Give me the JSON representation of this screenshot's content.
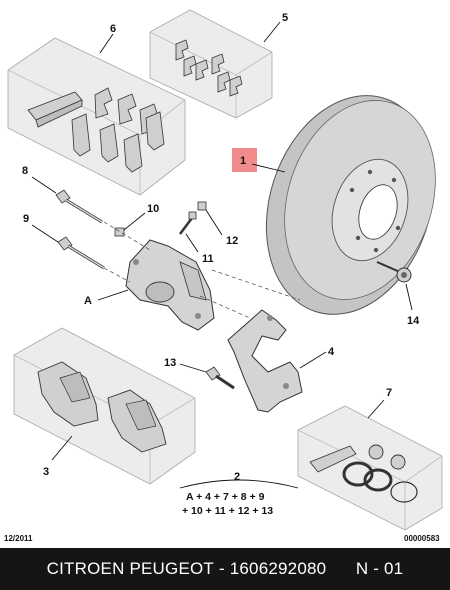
{
  "callouts": {
    "c1": "1",
    "c2": "2",
    "c3": "3",
    "c4": "4",
    "c5": "5",
    "c6": "6",
    "c7": "7",
    "c8": "8",
    "c9": "9",
    "c10": "10",
    "c11": "11",
    "c12": "12",
    "c13": "13",
    "c14": "14",
    "cA": "A"
  },
  "kit_formula": {
    "line1": "A + 4 + 7 + 8 + 9",
    "line2": "+ 10 + 11 + 12 + 13"
  },
  "date_code": "12/2011",
  "doc_number": "00000583",
  "footer": {
    "brand": "CITROEN PEUGEOT",
    "separator": " - ",
    "part_number": "1606292080",
    "page": "N - 01"
  },
  "colors": {
    "highlight": "#f28b8b",
    "box_fill": "#ebebeb",
    "part_fill": "#d9d9d9",
    "footer_bg": "#151515"
  }
}
